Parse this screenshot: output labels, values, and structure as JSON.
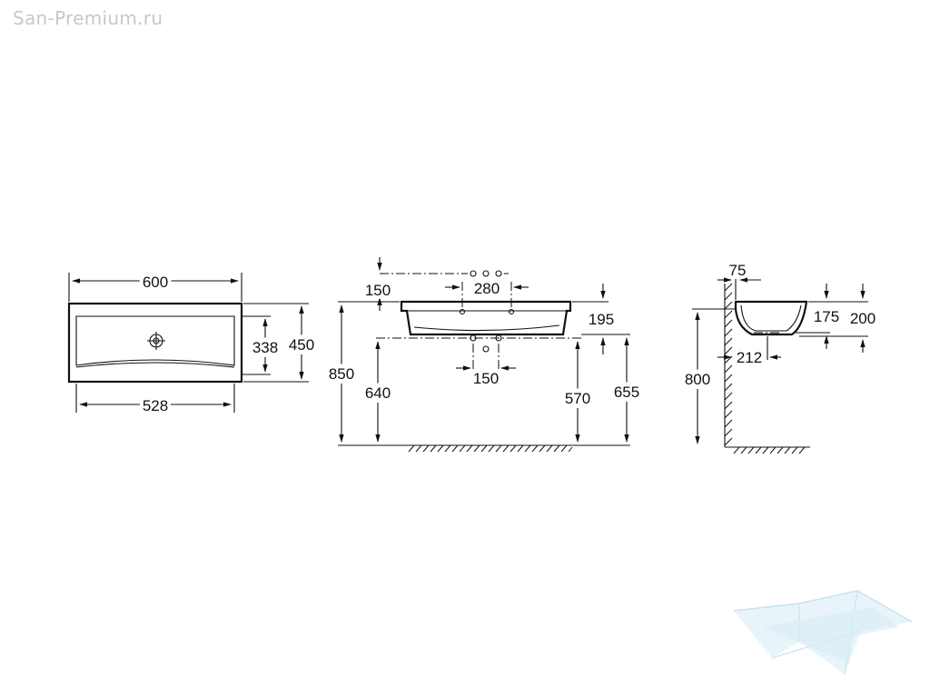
{
  "watermark": "San-Premium.ru",
  "plan_view": {
    "width_outer": "600",
    "width_inner": "528",
    "depth_inner": "338",
    "depth_outer": "450"
  },
  "front_view": {
    "tap_offset": "150",
    "tap_spacing": "280",
    "basin_height": "195",
    "waste_spacing": "150",
    "top_height": "850",
    "waste_height": "640",
    "underside_height": "570",
    "rim_height": "655"
  },
  "side_view": {
    "wall_gap": "75",
    "inner_depth": "175",
    "outer_depth": "200",
    "waste_distance": "212",
    "height": "800"
  }
}
